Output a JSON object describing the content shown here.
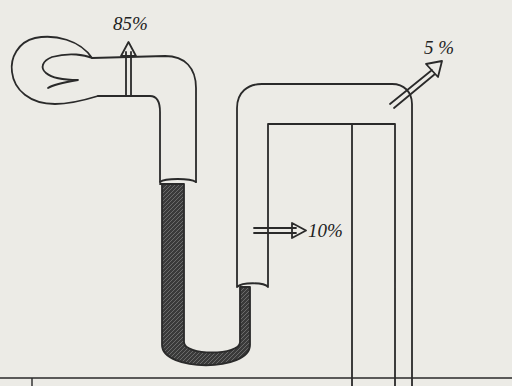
{
  "diagram": {
    "labels": [
      "85%",
      "10%",
      "5 %"
    ]
  }
}
